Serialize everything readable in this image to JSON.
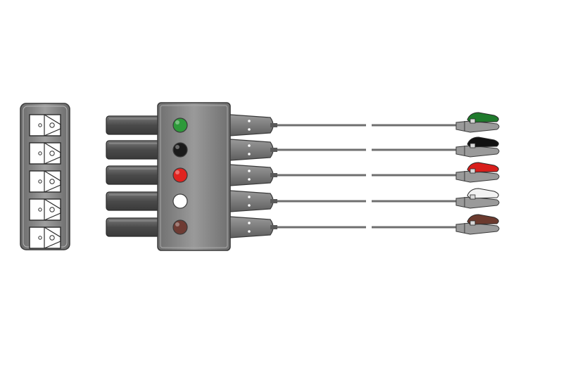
{
  "diagram": {
    "connector_pin_count": 5,
    "leads": [
      {
        "color_name": "green",
        "color": "#2e9a3a",
        "clip_color": "#1f7a2c"
      },
      {
        "color_name": "black",
        "color": "#1a1a1a",
        "clip_color": "#111111"
      },
      {
        "color_name": "red",
        "color": "#e0231f",
        "clip_color": "#d81e1b"
      },
      {
        "color_name": "white",
        "color": "#ffffff",
        "clip_color": "#f2f2f2"
      },
      {
        "color_name": "brown",
        "color": "#6e3b33",
        "clip_color": "#6b3a2e"
      }
    ],
    "colors": {
      "body": "#8c8c8c",
      "body_dark": "#6f6f6f",
      "plug": "#5a5a5a",
      "wire": "#7a7a7a",
      "clip_body": "#9a9a9a",
      "outline": "#3a3a3a"
    }
  }
}
